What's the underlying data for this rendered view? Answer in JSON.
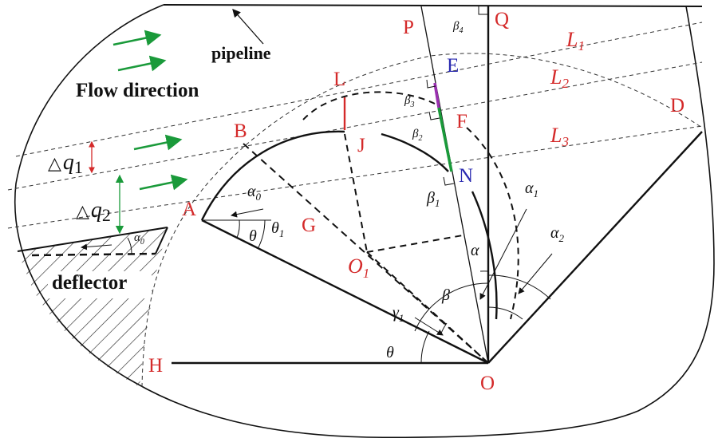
{
  "texts": {
    "pipeline": "pipeline",
    "flow_direction": "Flow direction",
    "deflector": "deflector",
    "P": "P",
    "Q": "Q",
    "E": "E",
    "F": "F",
    "N": "N",
    "L": "L",
    "J": "J",
    "B": "B",
    "A": "A",
    "G": "G",
    "H": "H",
    "O": "O",
    "D": "D",
    "O1_main": "O",
    "O1_sub": "1",
    "L1_main": "L",
    "L1_sub": "1",
    "L2_main": "L",
    "L2_sub": "2",
    "L3_main": "L",
    "L3_sub": "3",
    "beta4_main": "β",
    "beta4_sub": "4",
    "beta3_main": "β",
    "beta3_sub": "3",
    "beta2_main": "β",
    "beta2_sub": "2",
    "beta1_main": "β",
    "beta1_sub": "1",
    "alpha0_main": "α",
    "alpha0_sub": "0",
    "alpha0_small_main": "α",
    "alpha0_small_sub": "0",
    "theta": "θ",
    "theta1_main": "θ",
    "theta1_sub": "1",
    "theta_bottom": "θ",
    "alpha": "α",
    "beta": "β",
    "gamma1_main": "γ",
    "gamma1_sub": "1",
    "alpha1_main": "α",
    "alpha1_sub": "1",
    "alpha2_main": "α",
    "alpha2_sub": "2",
    "dq1_delta": "△",
    "dq1_main": "q",
    "dq1_sub": "1",
    "dq2_delta": "△",
    "dq2_main": "q",
    "dq2_sub": "2"
  },
  "colors": {
    "label_red": "#d42a2a",
    "label_blue": "#2a2ab0",
    "flow_arrow_green": "#1a9a3a",
    "segment_green": "#1a9a3a",
    "segment_purple": "#9a30b0",
    "marker_red": "#d42a2a"
  }
}
